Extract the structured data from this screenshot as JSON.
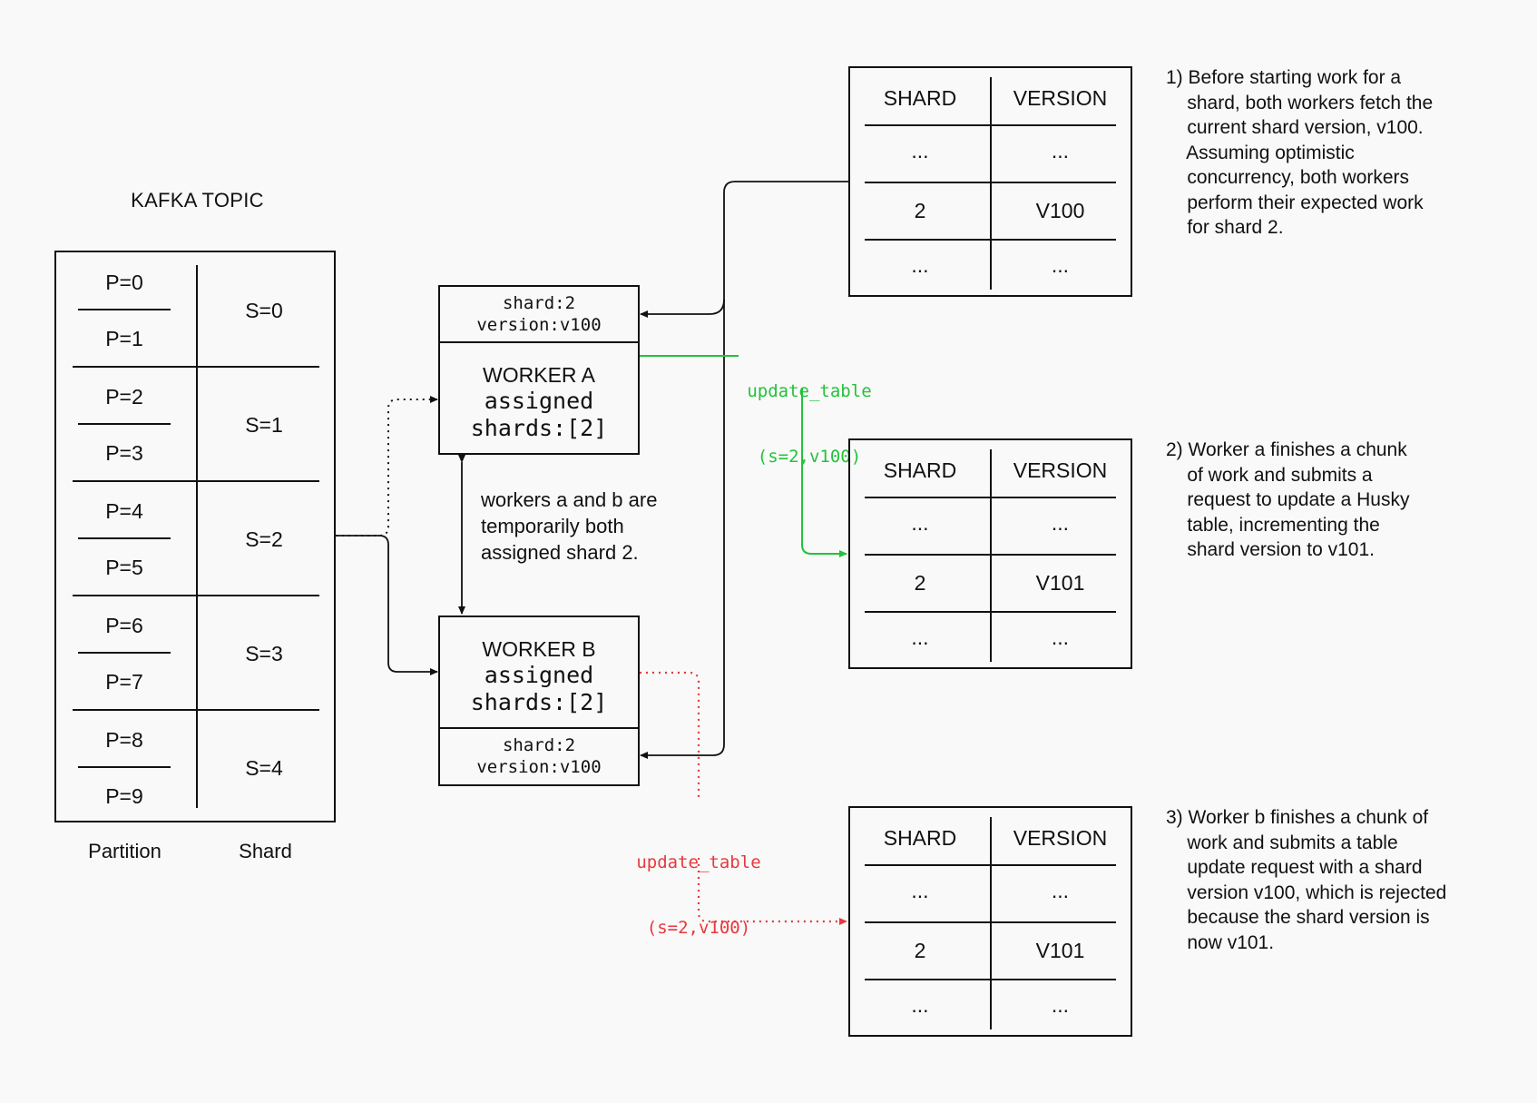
{
  "kafka": {
    "title": "KAFKA TOPIC",
    "partitions": [
      "P=0",
      "P=1",
      "P=2",
      "P=3",
      "P=4",
      "P=5",
      "P=6",
      "P=7",
      "P=8",
      "P=9"
    ],
    "shards": [
      "S=0",
      "S=1",
      "S=2",
      "S=3",
      "S=4"
    ],
    "partition_label": "Partition",
    "shard_label": "Shard"
  },
  "worker_a": {
    "version_line1": "shard:2",
    "version_line2": "version:v100",
    "title": "WORKER A",
    "sub1": "assigned",
    "sub2": "shards:[2]"
  },
  "worker_b": {
    "title": "WORKER B",
    "sub1": "assigned",
    "sub2": "shards:[2]",
    "version_line1": "shard:2",
    "version_line2": "version:v100"
  },
  "middle_note": "workers a and b are\ntemporarily both\nassigned shard 2.",
  "update_green": {
    "line1": "update_table",
    "line2": "(s=2,v100)",
    "color": "#22c33a"
  },
  "update_red": {
    "line1": "update_table",
    "line2": "(s=2,v100)",
    "color": "#e8383c"
  },
  "tables": [
    {
      "header": [
        "SHARD",
        "VERSION"
      ],
      "rows": [
        [
          "...",
          "..."
        ],
        [
          "2",
          "V100"
        ],
        [
          "...",
          "..."
        ]
      ]
    },
    {
      "header": [
        "SHARD",
        "VERSION"
      ],
      "rows": [
        [
          "...",
          "..."
        ],
        [
          "2",
          "V101"
        ],
        [
          "...",
          "..."
        ]
      ]
    },
    {
      "header": [
        "SHARD",
        "VERSION"
      ],
      "rows": [
        [
          "...",
          "..."
        ],
        [
          "2",
          "V101"
        ],
        [
          "...",
          "..."
        ]
      ]
    }
  ],
  "notes": [
    "1) Before starting work for a\n    shard, both workers fetch the\n    current shard version, v100.\n    Assuming optimistic\n    concurrency, both workers\n    perform their expected work\n    for shard 2.",
    "2) Worker a finishes a chunk\n    of work and submits a\n    request to update a Husky\n    table, incrementing the\n    shard version to v101.",
    "3) Worker b finishes a chunk of\n    work and submits a table\n    update request with a shard\n    version v100, which is rejected\n    because the shard version is\n    now v101."
  ]
}
